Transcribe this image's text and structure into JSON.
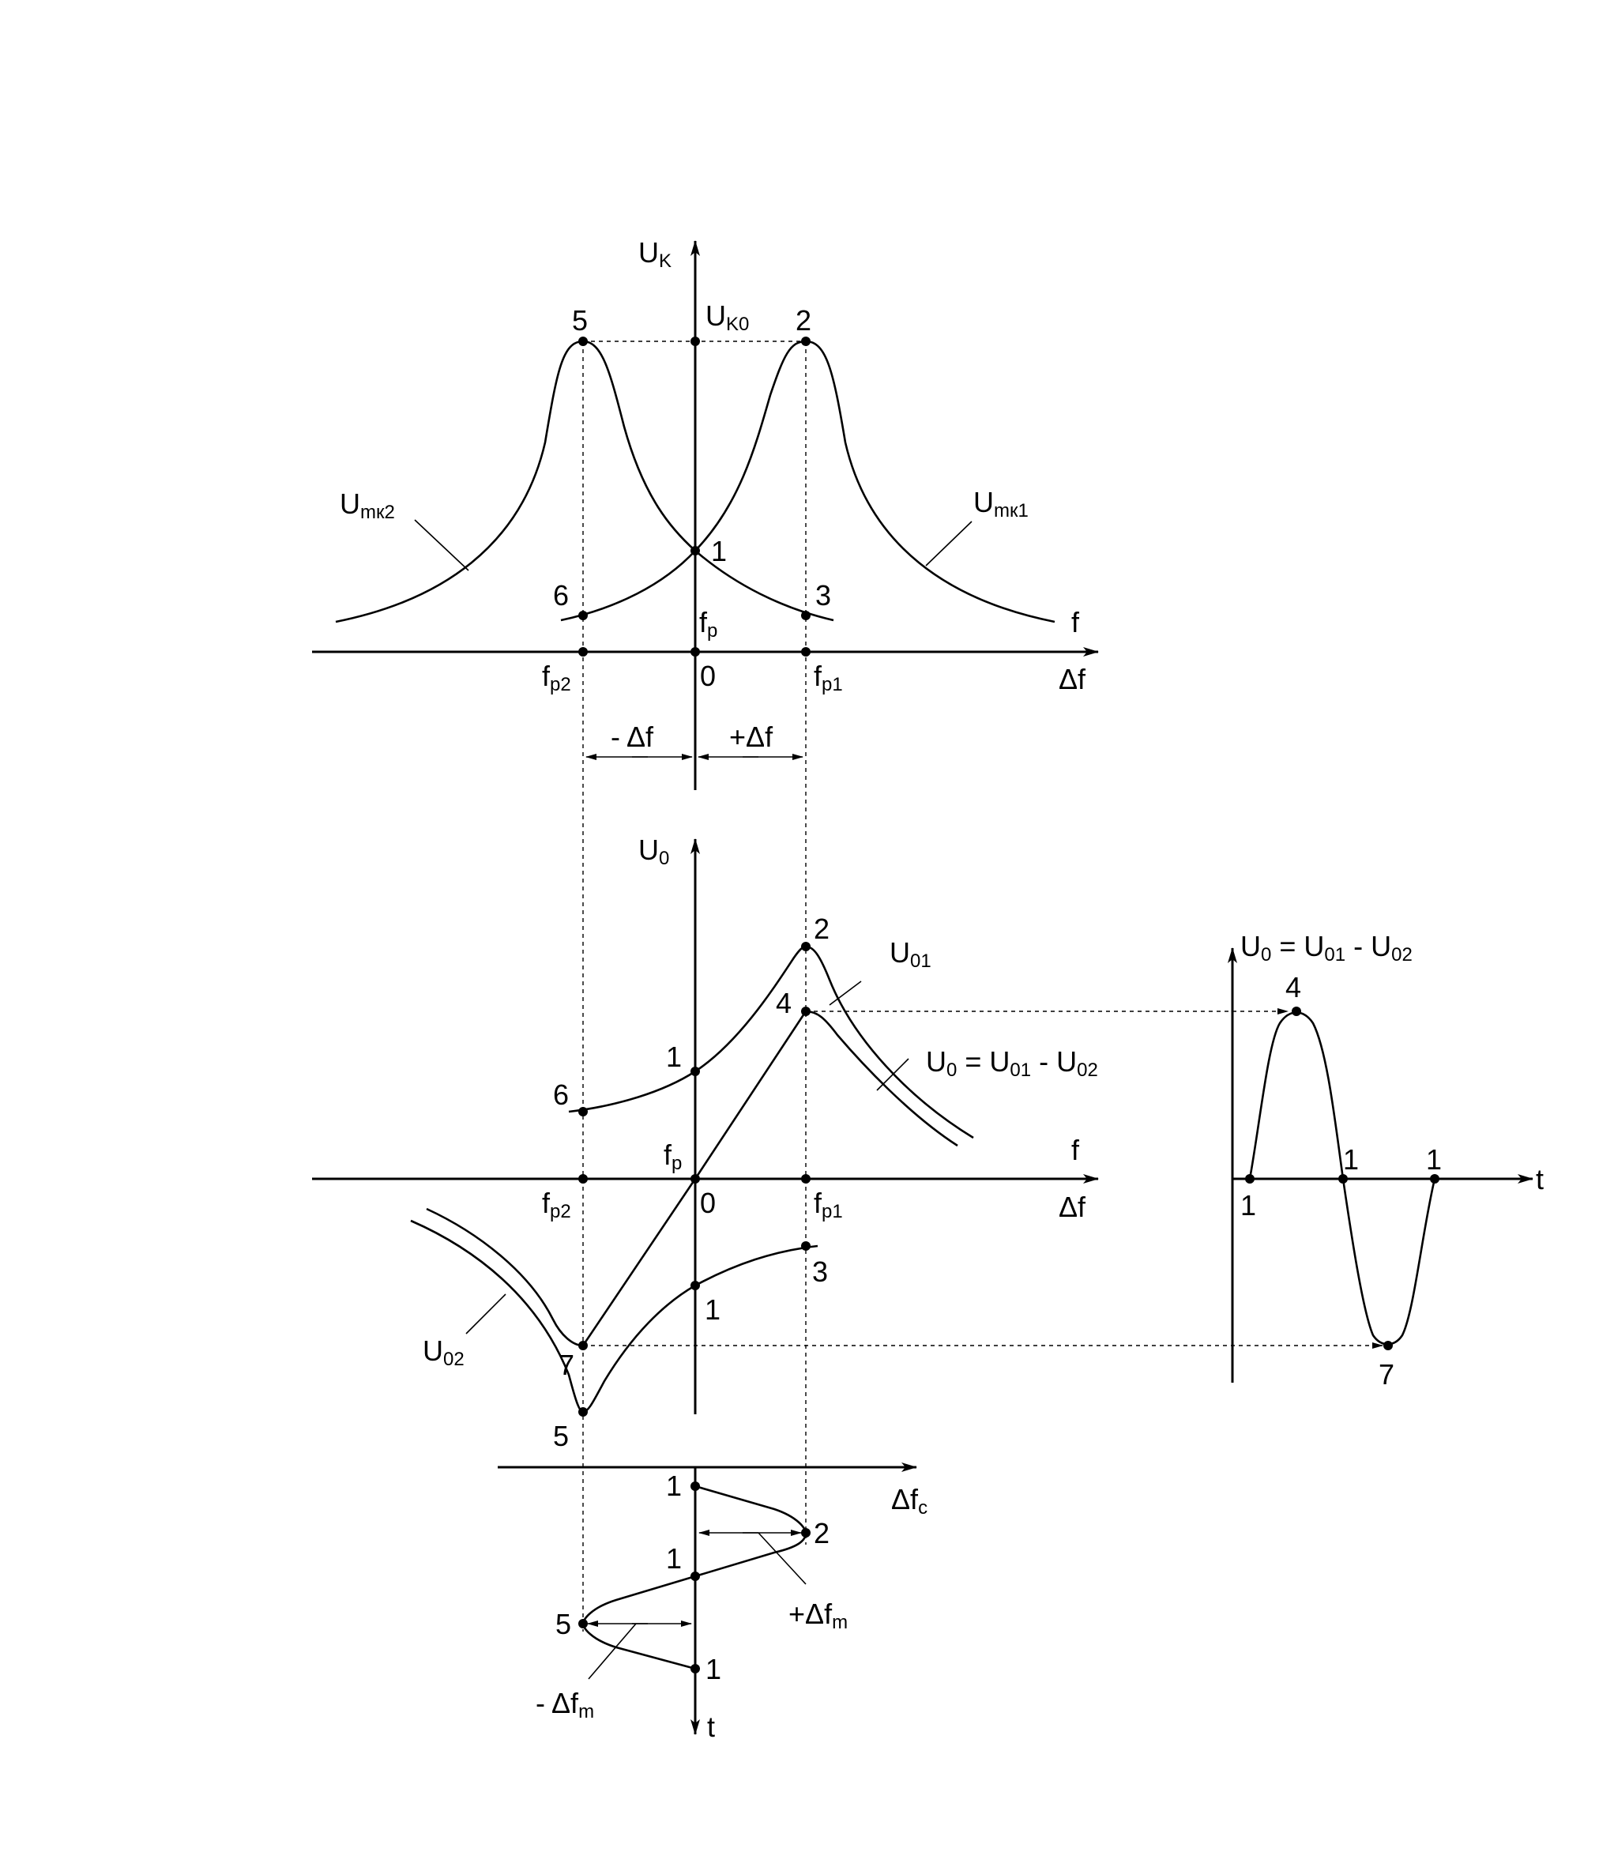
{
  "upper": {
    "y_axis_label": "U",
    "y_axis_sub": "K",
    "peak_label": "U",
    "peak_label_sub": "K0",
    "curve2_label": "U",
    "curve2_sub": "mк2",
    "curve1_label": "U",
    "curve1_sub": "mк1",
    "x_label_f": "f",
    "x_label_df": "Δf",
    "fr": "f",
    "fr_sub": "p",
    "fr2": "f",
    "fr2_sub": "p2",
    "fr1": "f",
    "fr1_sub": "p1",
    "zero": "0",
    "points": {
      "p5": "5",
      "p2": "2",
      "p1": "1",
      "p6": "6",
      "p3": "3"
    },
    "minus_df": "- Δf",
    "plus_df": "+Δf"
  },
  "middle": {
    "y_axis_label": "U",
    "y_axis_sub": "0",
    "u01_label": "U",
    "u01_sub": "01",
    "u02_label": "U",
    "u02_sub": "02",
    "u0_eq_a": "U",
    "u0_eq_a_sub": "0",
    "u0_eq_b": " = U",
    "u0_eq_b_sub": "01",
    "u0_eq_c": " - U",
    "u0_eq_c_sub": "02",
    "x_label_f": "f",
    "x_label_df": "Δf",
    "fr": "f",
    "fr_sub": "p",
    "fr2": "f",
    "fr2_sub": "p2",
    "fr1": "f",
    "fr1_sub": "p1",
    "zero": "0",
    "points": {
      "p2": "2",
      "p4": "4",
      "p1a": "1",
      "p6": "6",
      "p3": "3",
      "p1b": "1",
      "p7": "7",
      "p5": "5"
    }
  },
  "right": {
    "title_a": "U",
    "title_a_sub": "0",
    "title_b": " = U",
    "title_b_sub": "01",
    "title_c": " - U",
    "title_c_sub": "02",
    "t_label": "t",
    "points": {
      "p4": "4",
      "p1a": "1",
      "p1b": "1",
      "p1c": "1",
      "p7": "7"
    }
  },
  "lower": {
    "x_label": "Δf",
    "x_sub": "c",
    "t_label": "t",
    "plus_dfm": "+Δf",
    "plus_dfm_sub": "m",
    "minus_dfm": "- Δf",
    "minus_dfm_sub": "m",
    "points": {
      "p1a": "1",
      "p2": "2",
      "p1b": "1",
      "p5": "5",
      "p1c": "1"
    }
  }
}
